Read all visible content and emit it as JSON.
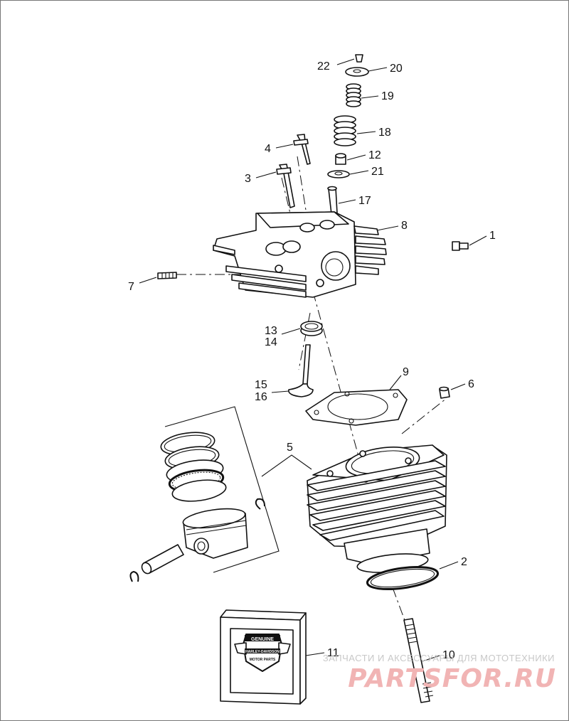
{
  "callouts": [
    {
      "id": "c22",
      "text": "22"
    },
    {
      "id": "c20",
      "text": "20"
    },
    {
      "id": "c19",
      "text": "19"
    },
    {
      "id": "c18",
      "text": "18"
    },
    {
      "id": "c4",
      "text": "4"
    },
    {
      "id": "c12",
      "text": "12"
    },
    {
      "id": "c3",
      "text": "3"
    },
    {
      "id": "c21",
      "text": "21"
    },
    {
      "id": "c17",
      "text": "17"
    },
    {
      "id": "c8",
      "text": "8"
    },
    {
      "id": "c1",
      "text": "1"
    },
    {
      "id": "c7",
      "text": "7"
    },
    {
      "id": "c13",
      "text": "13"
    },
    {
      "id": "c14",
      "text": "14"
    },
    {
      "id": "c9",
      "text": "9"
    },
    {
      "id": "c15",
      "text": "15"
    },
    {
      "id": "c16",
      "text": "16"
    },
    {
      "id": "c6",
      "text": "6"
    },
    {
      "id": "c5",
      "text": "5"
    },
    {
      "id": "c2",
      "text": "2"
    },
    {
      "id": "c11",
      "text": "11"
    },
    {
      "id": "c10",
      "text": "10"
    }
  ],
  "kit_box": {
    "badge_top": "GENUINE",
    "badge_brand": "HARLEY-DAVIDSON",
    "badge_bottom": "MOTOR PARTS"
  },
  "watermark": {
    "tagline": "ЗАПЧАСТИ И АКСЕССУАРЫ ДЛЯ МОТОТЕХНИКИ",
    "brand": "PARTSFOR.RU"
  },
  "colors": {
    "line": "#111111",
    "background": "#ffffff",
    "watermark_brand": "#f1b4b4",
    "watermark_tagline": "#c8c8c8"
  }
}
